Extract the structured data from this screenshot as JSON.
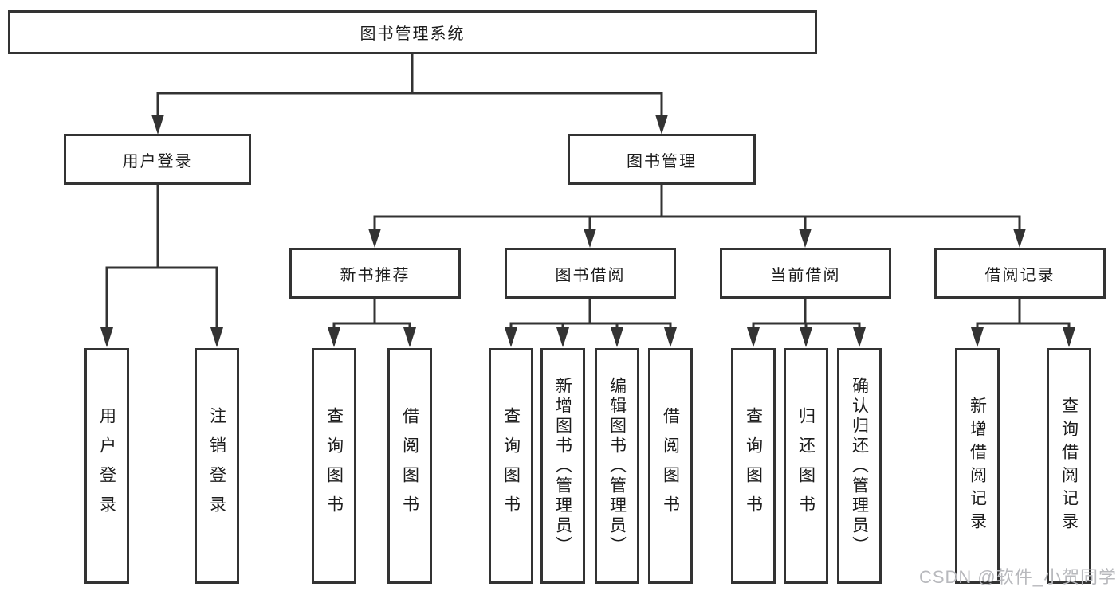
{
  "tree": {
    "root": {
      "label": "图书管理系统"
    },
    "children": [
      {
        "label": "用户登录",
        "children": [
          {
            "label": "用户登录"
          },
          {
            "label": "注销登录"
          }
        ]
      },
      {
        "label": "图书管理",
        "children": [
          {
            "label": "新书推荐",
            "children": [
              {
                "label": "查询图书"
              },
              {
                "label": "借阅图书"
              }
            ]
          },
          {
            "label": "图书借阅",
            "children": [
              {
                "label": "查询图书"
              },
              {
                "label": "新增图书（管理员）"
              },
              {
                "label": "编辑图书（管理员）"
              },
              {
                "label": "借阅图书"
              }
            ]
          },
          {
            "label": "当前借阅",
            "children": [
              {
                "label": "查询图书"
              },
              {
                "label": "归还图书"
              },
              {
                "label": "确认归还（管理员）"
              }
            ]
          },
          {
            "label": "借阅记录",
            "children": [
              {
                "label": "新增借阅记录"
              },
              {
                "label": "查询借阅记录"
              }
            ]
          }
        ]
      }
    ]
  },
  "watermark": {
    "text": "CSDN @软件_小贺同学"
  },
  "colors": {
    "line": "#333333",
    "box_border": "#333333",
    "box_fill": "#ffffff",
    "text": "#1c1c1c",
    "watermark_text": "#b8b9bd",
    "background": "#ffffff"
  }
}
